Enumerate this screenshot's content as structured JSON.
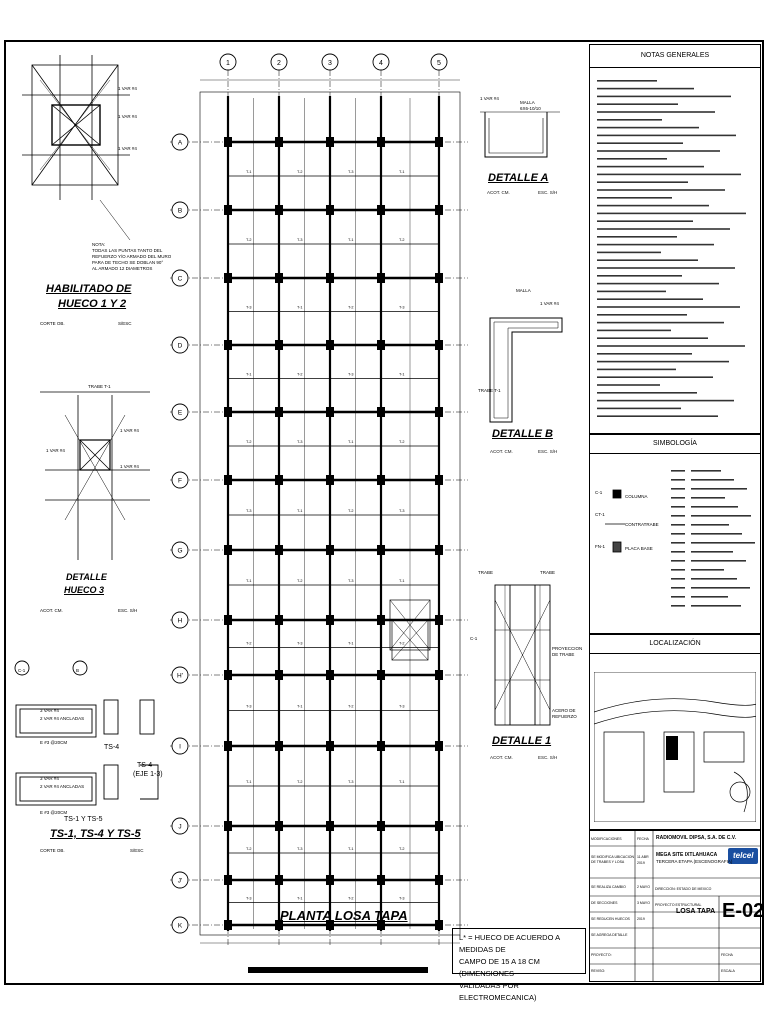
{
  "drawing": {
    "plan_title": "PLANTA LOSA TAPA",
    "grid_columns": [
      "1",
      "2",
      "3",
      "4",
      "5"
    ],
    "grid_rows": [
      "A",
      "B",
      "C",
      "D",
      "E",
      "F",
      "G",
      "H",
      "H'",
      "I",
      "J",
      "J'",
      "K"
    ],
    "detail_a": "DETALLE A",
    "detail_b": "DETALLE B",
    "detail_1": "DETALLE 1",
    "habilitado": [
      "HABILITADO DE",
      "HUECO 1 Y 2"
    ],
    "detalle_hueco": [
      "DETALLE",
      "HUECO 3"
    ],
    "ts_title": "TS-1, TS-4 Y TS-5",
    "ts_labels": [
      "TS-4",
      "TS-4",
      "(EJE 1-3)",
      "TS-1 Y TS-5"
    ],
    "scale_label": "ACOT. CM.",
    "scale_value": "ESC. S/H",
    "note_lines": [
      "L* = HUECO DE ACUERDO A MEDIDAS DE",
      "CAMPO DE 15 A 18 CM (DIMENSIONES",
      "VALIDADAS POR ELECTROMECANICA)"
    ],
    "panel_notas": "NOTAS GENERALES",
    "panel_simbologia": "SIMBOLOGÍA",
    "panel_localizacion": "LOCALIZACIÓN"
  },
  "title_block": {
    "company": "RADIOMOVIL DIPSA, S.A. DE C.V.",
    "brand": "telcel",
    "site_name": "MEGA SITE IXTLAHUACA",
    "site_stage": "TERCERA ETAPA (ESCENOGRAFIA)",
    "sheet_name": "LOSA TAPA",
    "sheet_number": "E-02"
  },
  "colors": {
    "ink": "#000000",
    "paper": "#ffffff",
    "brand": "#1a4fa0"
  }
}
